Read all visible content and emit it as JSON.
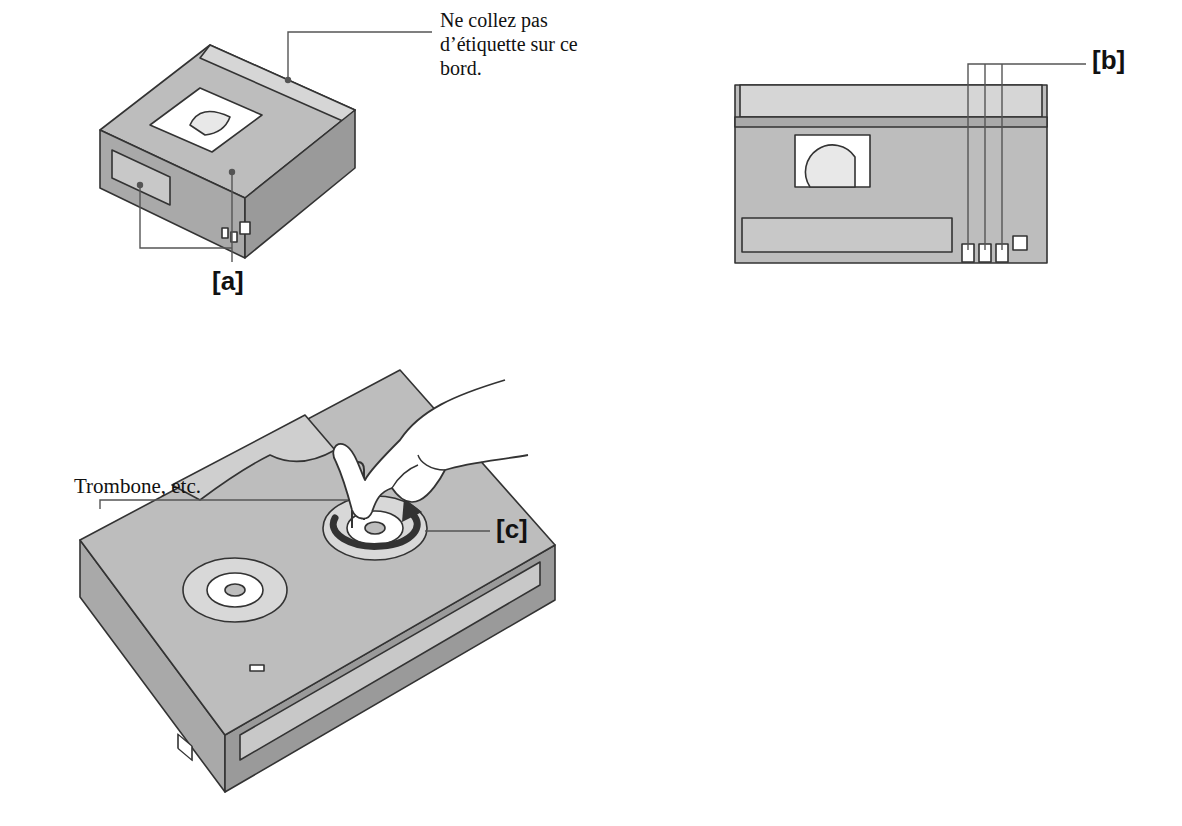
{
  "diagram": {
    "labels": [
      "Ne collez pas d’étiquette sur ce bord.",
      "[a]",
      "[b]",
      "Trombone, etc.",
      "[c]"
    ]
  }
}
